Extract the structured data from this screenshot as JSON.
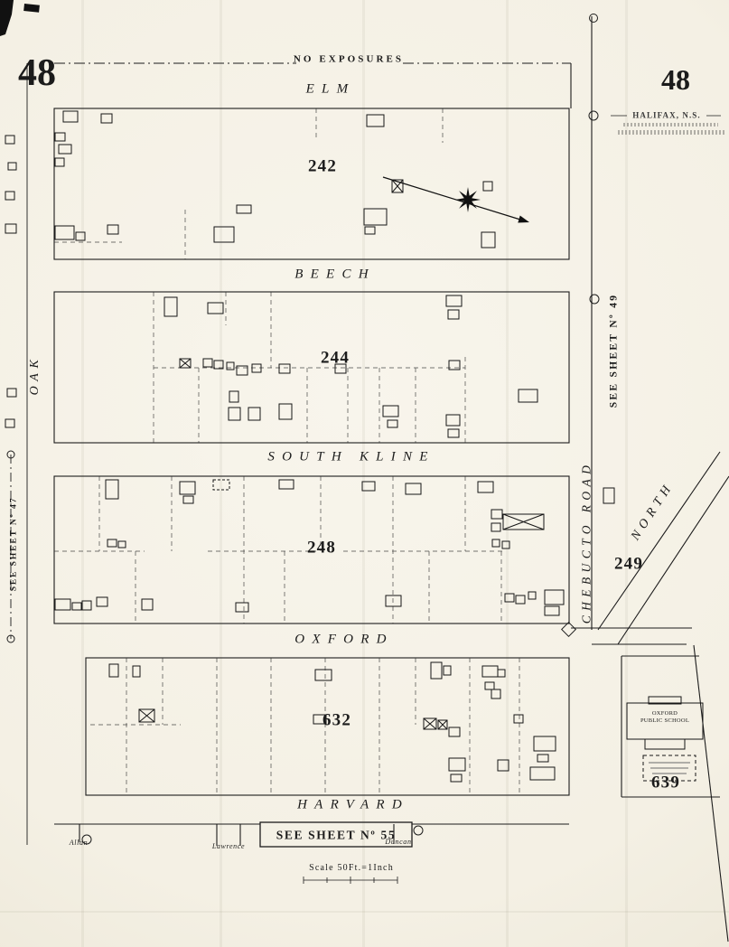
{
  "page": {
    "sheet_number_left": "48",
    "sheet_number_right": "48",
    "no_exposures_label": "NO EXPOSURES",
    "stamp_city": "HALIFAX, N.S.",
    "scale_label": "Scale 50Ft.=1Inch"
  },
  "colors": {
    "ink": "#1b1b1b",
    "paper": "#f4f0e4"
  },
  "streets": {
    "elm": "ELM",
    "beech": "BEECH",
    "south_kline": "SOUTH KLINE",
    "oxford": "OXFORD",
    "harvard": "HARVARD",
    "oak": "OAK",
    "chebucto_road": "CHEBUCTO ROAD",
    "north": "NORTH",
    "allan": "Allan",
    "lawrence": "Lawrence",
    "duncan": "Duncan"
  },
  "block_numbers": {
    "b242": "242",
    "b244": "244",
    "b248": "248",
    "b249": "249",
    "b632": "632",
    "b639": "639"
  },
  "sheet_references": {
    "left": "SEE SHEET Nº 47",
    "right": "SEE SHEET Nº 49",
    "bottom": "SEE SHEET Nº 55"
  },
  "landmarks": {
    "oxford_public_school_line1": "OXFORD",
    "oxford_public_school_line2": "PUBLIC SCHOOL"
  }
}
